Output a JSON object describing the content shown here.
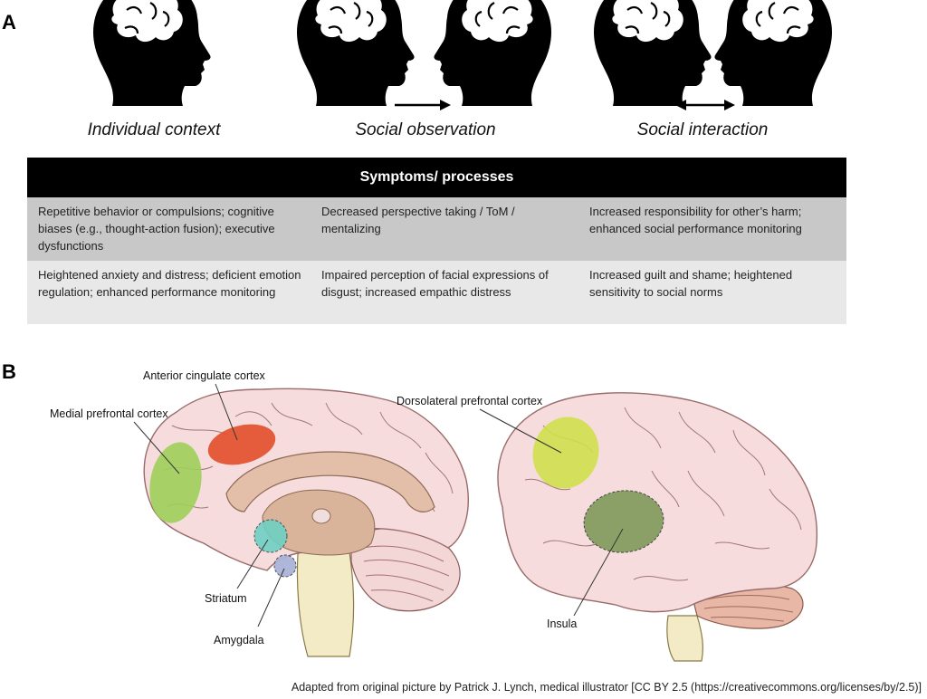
{
  "panelA": {
    "letter": "A",
    "contexts": [
      "Individual context",
      "Social observation",
      "Social interaction"
    ]
  },
  "table": {
    "header": "Symptoms/ processes",
    "rows": [
      [
        "Repetitive behavior or compulsions; cognitive biases (e.g., thought-action fusion);  executive dysfunctions",
        "Decreased perspective taking / ToM / mentalizing",
        "Increased responsibility for other’s harm; enhanced social performance monitoring"
      ],
      [
        "Heightened anxiety and distress;  deficient emotion regulation; enhanced performance monitoring",
        "Impaired perception of facial expressions of disgust; increased empathic distress",
        "Increased guilt and shame; heightened sensitivity to social norms"
      ]
    ]
  },
  "panelB": {
    "letter": "B",
    "labels": {
      "acc": "Anterior cingulate cortex",
      "mpfc": "Medial prefrontal cortex",
      "dlpfc": "Dorsolateral prefrontal cortex",
      "striatum": "Striatum",
      "amygdala": "Amygdala",
      "insula": "Insula"
    },
    "region_colors": {
      "acc": "#e2502e",
      "mpfc": "#9fcf5a",
      "dlpfc": "#cfe04a",
      "striatum": "#6fd0c4",
      "amygdala": "#aab4d8",
      "insula": "#7f9a5a"
    }
  },
  "credit": "Adapted from original picture by Patrick J. Lynch, medical illustrator [CC BY 2.5 (https://creativecommons.org/licenses/by/2.5)]"
}
